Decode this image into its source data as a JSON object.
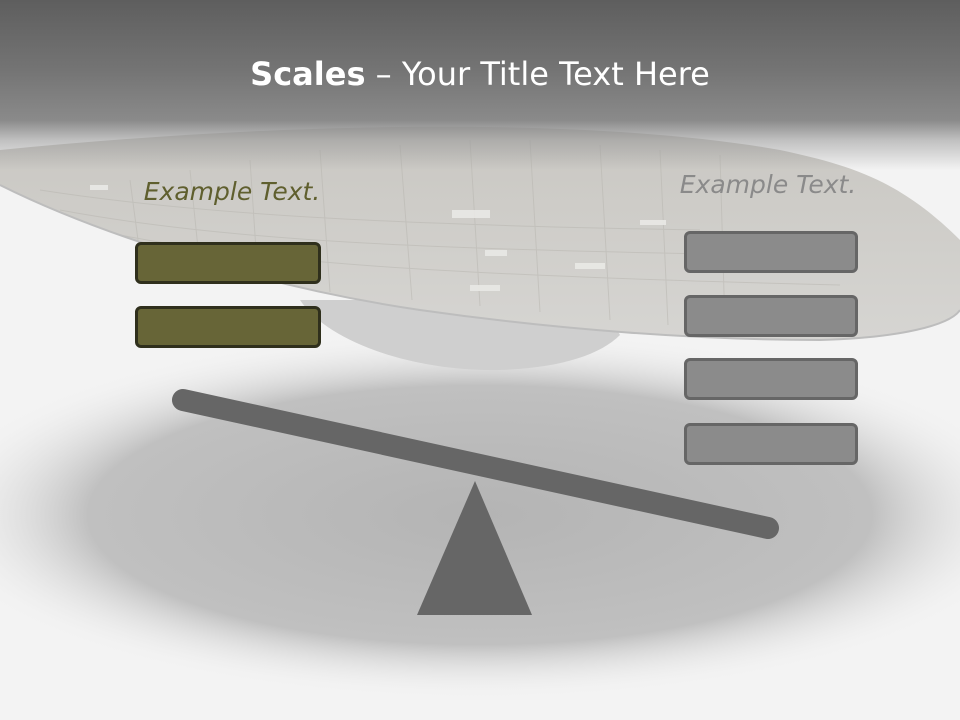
{
  "slide": {
    "title_bold": "Scales",
    "title_rest": " – Your Title Text Here",
    "left_label": "Example Text.",
    "right_label": "Example Text.",
    "left_boxes": [
      "",
      ""
    ],
    "right_boxes": [
      "",
      "",
      "",
      ""
    ]
  },
  "colors": {
    "title_band": "#5e5e5e",
    "olive_box": "#676537",
    "olive_border": "#2f2f1c",
    "gray_box": "#8b8b8b",
    "gray_border": "#666666",
    "scale": "#666666",
    "left_label": "#5f5f2e",
    "right_label": "#8a8a8a"
  }
}
